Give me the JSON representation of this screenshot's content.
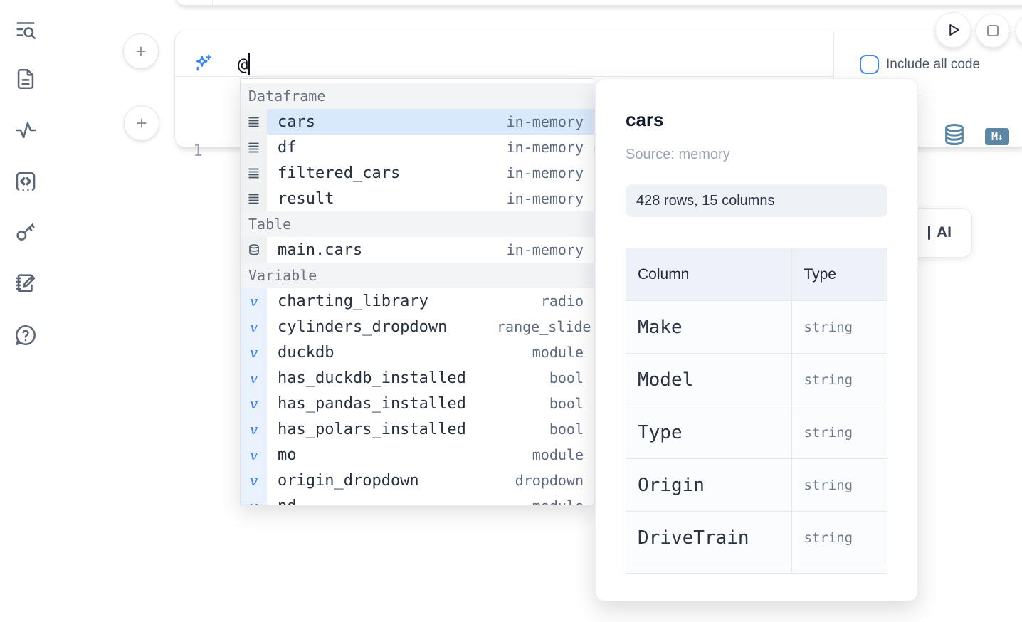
{
  "sidebar": {
    "icons": [
      "list-search-icon",
      "file-text-icon",
      "activity-icon",
      "code-block-icon",
      "key-icon",
      "scratchpad-icon",
      "help-bubble-icon"
    ]
  },
  "toolbar": {
    "include_all_code_label": "Include all code",
    "run_button_icon": "play-icon",
    "stop_button_icon": "stop-icon"
  },
  "ai_input": {
    "value": "@"
  },
  "editor": {
    "line_number": "1"
  },
  "cell_actions": {
    "icons": [
      "database-icon",
      "markdown-export-icon"
    ],
    "markdown_badge_text": "M↓"
  },
  "ai_button": {
    "label": "AI"
  },
  "autocomplete": {
    "sections": [
      {
        "label": "Dataframe",
        "kind": "dataframe",
        "items": [
          {
            "name": "cars",
            "detail": "in-memory",
            "selected": true
          },
          {
            "name": "df",
            "detail": "in-memory"
          },
          {
            "name": "filtered_cars",
            "detail": "in-memory"
          },
          {
            "name": "result",
            "detail": "in-memory"
          }
        ]
      },
      {
        "label": "Table",
        "kind": "table",
        "items": [
          {
            "name": "main.cars",
            "detail": "in-memory"
          }
        ]
      },
      {
        "label": "Variable",
        "kind": "variable",
        "items": [
          {
            "name": "charting_library",
            "detail": "radio"
          },
          {
            "name": "cylinders_dropdown",
            "detail": "range_slider"
          },
          {
            "name": "duckdb",
            "detail": "module"
          },
          {
            "name": "has_duckdb_installed",
            "detail": "bool"
          },
          {
            "name": "has_pandas_installed",
            "detail": "bool"
          },
          {
            "name": "has_polars_installed",
            "detail": "bool"
          },
          {
            "name": "mo",
            "detail": "module"
          },
          {
            "name": "origin_dropdown",
            "detail": "dropdown"
          },
          {
            "name": "pd",
            "detail": "module"
          }
        ]
      }
    ]
  },
  "preview": {
    "title": "cars",
    "source": "Source: memory",
    "shape": "428 rows, 15 columns",
    "table": {
      "headers": [
        "Column",
        "Type"
      ],
      "rows": [
        [
          "Make",
          "string"
        ],
        [
          "Model",
          "string"
        ],
        [
          "Type",
          "string"
        ],
        [
          "Origin",
          "string"
        ],
        [
          "DriveTrain",
          "string"
        ]
      ]
    }
  },
  "colors": {
    "accent_blue": "#3b82f6",
    "selection_bg": "#d8e9fb",
    "steel_blue": "#5b87a5",
    "checkbox_border": "#4285f4"
  }
}
